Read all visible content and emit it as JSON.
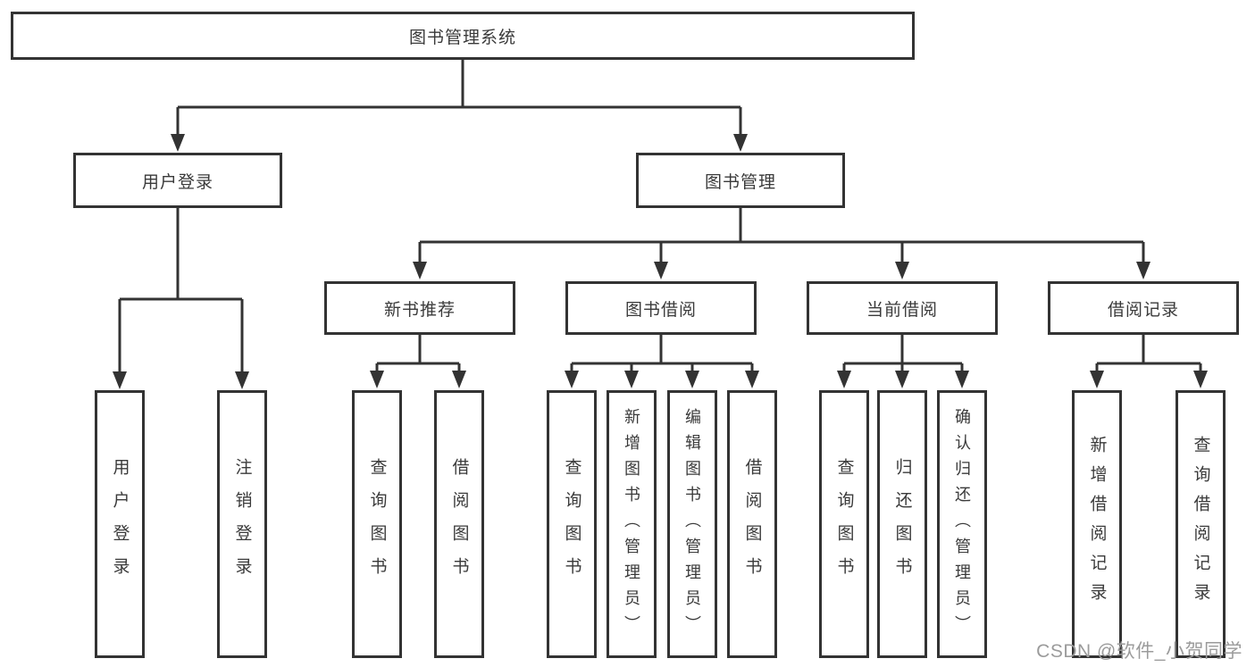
{
  "diagram_type": "tree",
  "colors": {
    "stroke": "#333333",
    "node_text": "#3a3a3a",
    "background": "#ffffff",
    "watermark_text_color": "#9b9b9b"
  },
  "tree": {
    "label": "图书管理系统",
    "children": [
      {
        "label": "用户登录",
        "children": [
          {
            "label": "用户登录"
          },
          {
            "label": "注销登录"
          }
        ]
      },
      {
        "label": "图书管理",
        "children": [
          {
            "label": "新书推荐",
            "children": [
              {
                "label": "查询图书"
              },
              {
                "label": "借阅图书"
              }
            ]
          },
          {
            "label": "图书借阅",
            "children": [
              {
                "label": "查询图书"
              },
              {
                "label": "新增图书（管理员）"
              },
              {
                "label": "编辑图书（管理员）"
              },
              {
                "label": "借阅图书"
              }
            ]
          },
          {
            "label": "当前借阅",
            "children": [
              {
                "label": "查询图书"
              },
              {
                "label": "归还图书"
              },
              {
                "label": "确认归还（管理员）"
              }
            ]
          },
          {
            "label": "借阅记录",
            "children": [
              {
                "label": "新增借阅记录"
              },
              {
                "label": "查询借阅记录"
              }
            ]
          }
        ]
      }
    ]
  },
  "watermark": {
    "text": "CSDN @软件_小贺同学"
  }
}
